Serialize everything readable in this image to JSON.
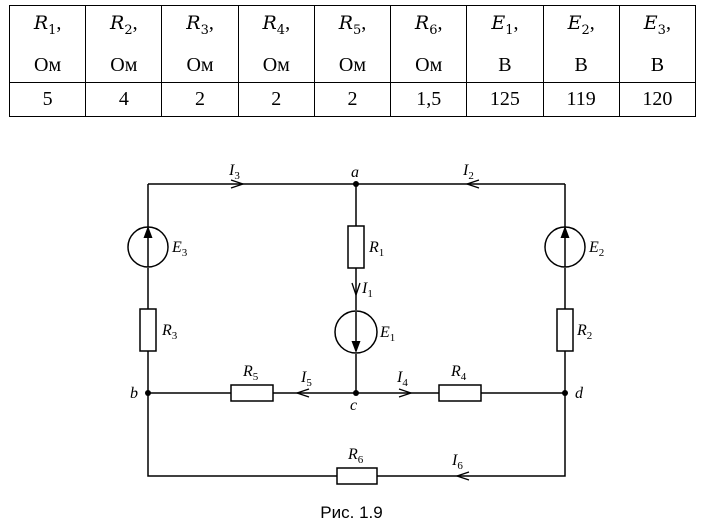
{
  "table": {
    "columns": [
      {
        "sym": "R",
        "sub": "1",
        "unit": "Ом",
        "value": "5"
      },
      {
        "sym": "R",
        "sub": "2",
        "unit": "Ом",
        "value": "4"
      },
      {
        "sym": "R",
        "sub": "3",
        "unit": "Ом",
        "value": "2"
      },
      {
        "sym": "R",
        "sub": "4",
        "unit": "Ом",
        "value": "2"
      },
      {
        "sym": "R",
        "sub": "5",
        "unit": "Ом",
        "value": "2"
      },
      {
        "sym": "R",
        "sub": "6",
        "unit": "Ом",
        "value": "1,5"
      },
      {
        "sym": "E",
        "sub": "1",
        "unit": "В",
        "value": "125"
      },
      {
        "sym": "E",
        "sub": "2",
        "unit": "В",
        "value": "119"
      },
      {
        "sym": "E",
        "sub": "3",
        "unit": "В",
        "value": "120"
      }
    ],
    "comma": ","
  },
  "circuit": {
    "nodes": {
      "a": "a",
      "b": "b",
      "c": "c",
      "d": "d"
    },
    "resistors": {
      "R1": {
        "sym": "R",
        "sub": "1"
      },
      "R2": {
        "sym": "R",
        "sub": "2"
      },
      "R3": {
        "sym": "R",
        "sub": "3"
      },
      "R4": {
        "sym": "R",
        "sub": "4"
      },
      "R5": {
        "sym": "R",
        "sub": "5"
      },
      "R6": {
        "sym": "R",
        "sub": "6"
      }
    },
    "sources": {
      "E1": {
        "sym": "E",
        "sub": "1"
      },
      "E2": {
        "sym": "E",
        "sub": "2"
      },
      "E3": {
        "sym": "E",
        "sub": "3"
      }
    },
    "currents": {
      "I1": {
        "sym": "I",
        "sub": "1"
      },
      "I2": {
        "sym": "I",
        "sub": "2"
      },
      "I3": {
        "sym": "I",
        "sub": "3"
      },
      "I4": {
        "sym": "I",
        "sub": "4"
      },
      "I5": {
        "sym": "I",
        "sub": "5"
      },
      "I6": {
        "sym": "I",
        "sub": "6"
      }
    }
  },
  "caption": "Рис. 1.9"
}
